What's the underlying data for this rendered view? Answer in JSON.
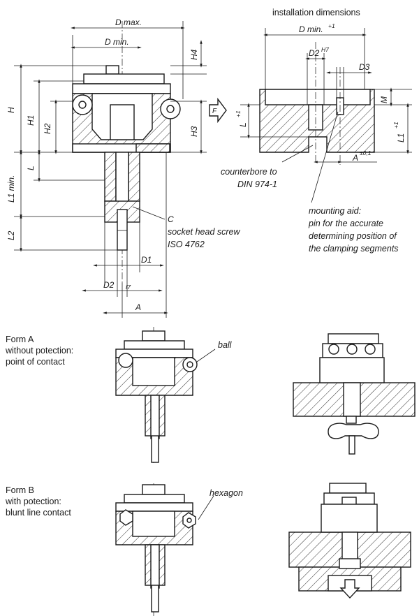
{
  "main_drawing": {
    "d_max": "D max.",
    "d_min": "D min.",
    "h": "H",
    "h1": "H1",
    "h2": "H2",
    "h3": "H3",
    "h4": "H4",
    "l": "L",
    "l1_min": "L1 min.",
    "l2": "L2",
    "d1": "D1",
    "d2": "D2",
    "d2_tol": "f7",
    "a": "A",
    "c": "C",
    "screw_note_1": "socket head screw",
    "screw_note_2": "ISO 4762",
    "force": "F"
  },
  "installation": {
    "title": "installation dimensions",
    "d_min": "D min.",
    "d_min_tol": "+1",
    "d2": "D2",
    "d2_tol": "H7",
    "d3": "D3",
    "m": "M",
    "l": "L",
    "l_tol": "+1",
    "l1": "L1",
    "l1_tol": "+1",
    "a": "A",
    "a_tol": "±0,1",
    "counterbore_1": "counterbore to",
    "counterbore_2": "DIN 974-1",
    "aid_1": "mounting aid:",
    "aid_2": "pin for the accurate",
    "aid_3": "determining position of",
    "aid_4": "the clamping segments"
  },
  "form_a": {
    "line1": "Form A",
    "line2": "without potection:",
    "line3": "point of contact",
    "callout": "ball"
  },
  "form_b": {
    "line1": "Form B",
    "line2": "with potection:",
    "line3": "blunt line contact",
    "callout": "hexagon"
  }
}
